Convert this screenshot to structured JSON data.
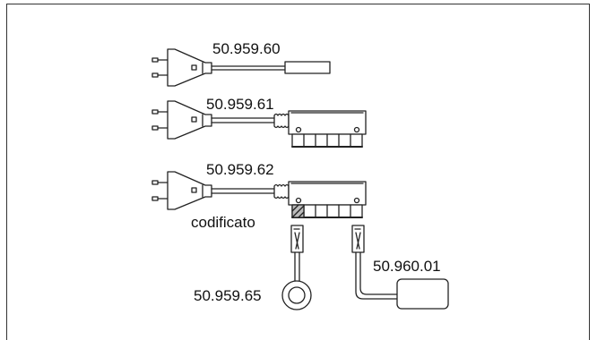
{
  "labels": {
    "part_1": "50.959.60",
    "part_2": "50.959.61",
    "part_3": "50.959.62",
    "coded": "codificato",
    "part_4": "50.960.01",
    "part_5": "50.959.65"
  }
}
